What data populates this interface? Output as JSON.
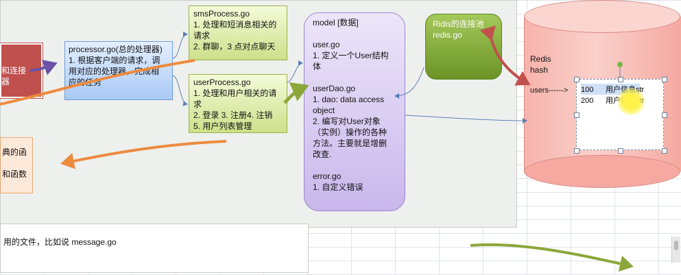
{
  "red_box": {
    "lines": [
      "和连接",
      "器"
    ]
  },
  "processor": {
    "lines": [
      "processor.go(总的处理器)",
      "1. 根据客户端的请求，调",
      "用对应的处理器，完成相",
      "应的任务"
    ]
  },
  "sms_process": {
    "lines": [
      "smsProcess.go",
      "1. 处理和短消息相关的",
      "请求",
      "2. 群聊，3 点对点聊天"
    ]
  },
  "user_process": {
    "lines": [
      "userProcess.go",
      "1. 处理和用户相关的请",
      "求",
      "2. 登录 3. 注册4. 注销",
      "5. 用户列表管理"
    ]
  },
  "model": {
    "title": "model [数据]",
    "user_go": {
      "lines": [
        "user.go",
        "1. 定义一个User结构",
        "体"
      ]
    },
    "user_dao": {
      "lines": [
        "userDao.go",
        "1. dao: data access",
        "object",
        "2. 编写对User对象",
        "（实例）操作的各种",
        "方法。主要就是增删",
        "改查."
      ]
    },
    "error_go": {
      "lines": [
        "error.go",
        "1. 自定义错误"
      ]
    }
  },
  "redis_pool": {
    "lines": [
      "Ridis的连接池",
      "redis.go"
    ]
  },
  "left_box": {
    "lines": [
      "典的函",
      "和函数"
    ]
  },
  "bottom_box": {
    "text": "用的文件，比如说 message.go"
  },
  "redis": {
    "label_lines": [
      "Redis",
      "hash"
    ],
    "users_label": "users------>",
    "rows": [
      {
        "key": "100",
        "value": "用户信息str"
      },
      {
        "key": "200",
        "value": "用户信息str"
      }
    ]
  },
  "colors": {
    "accent_orange": "#ed8b3e",
    "accent_green": "#8da63a",
    "accent_purple": "#6a53a8",
    "accent_red": "#c0504d"
  }
}
